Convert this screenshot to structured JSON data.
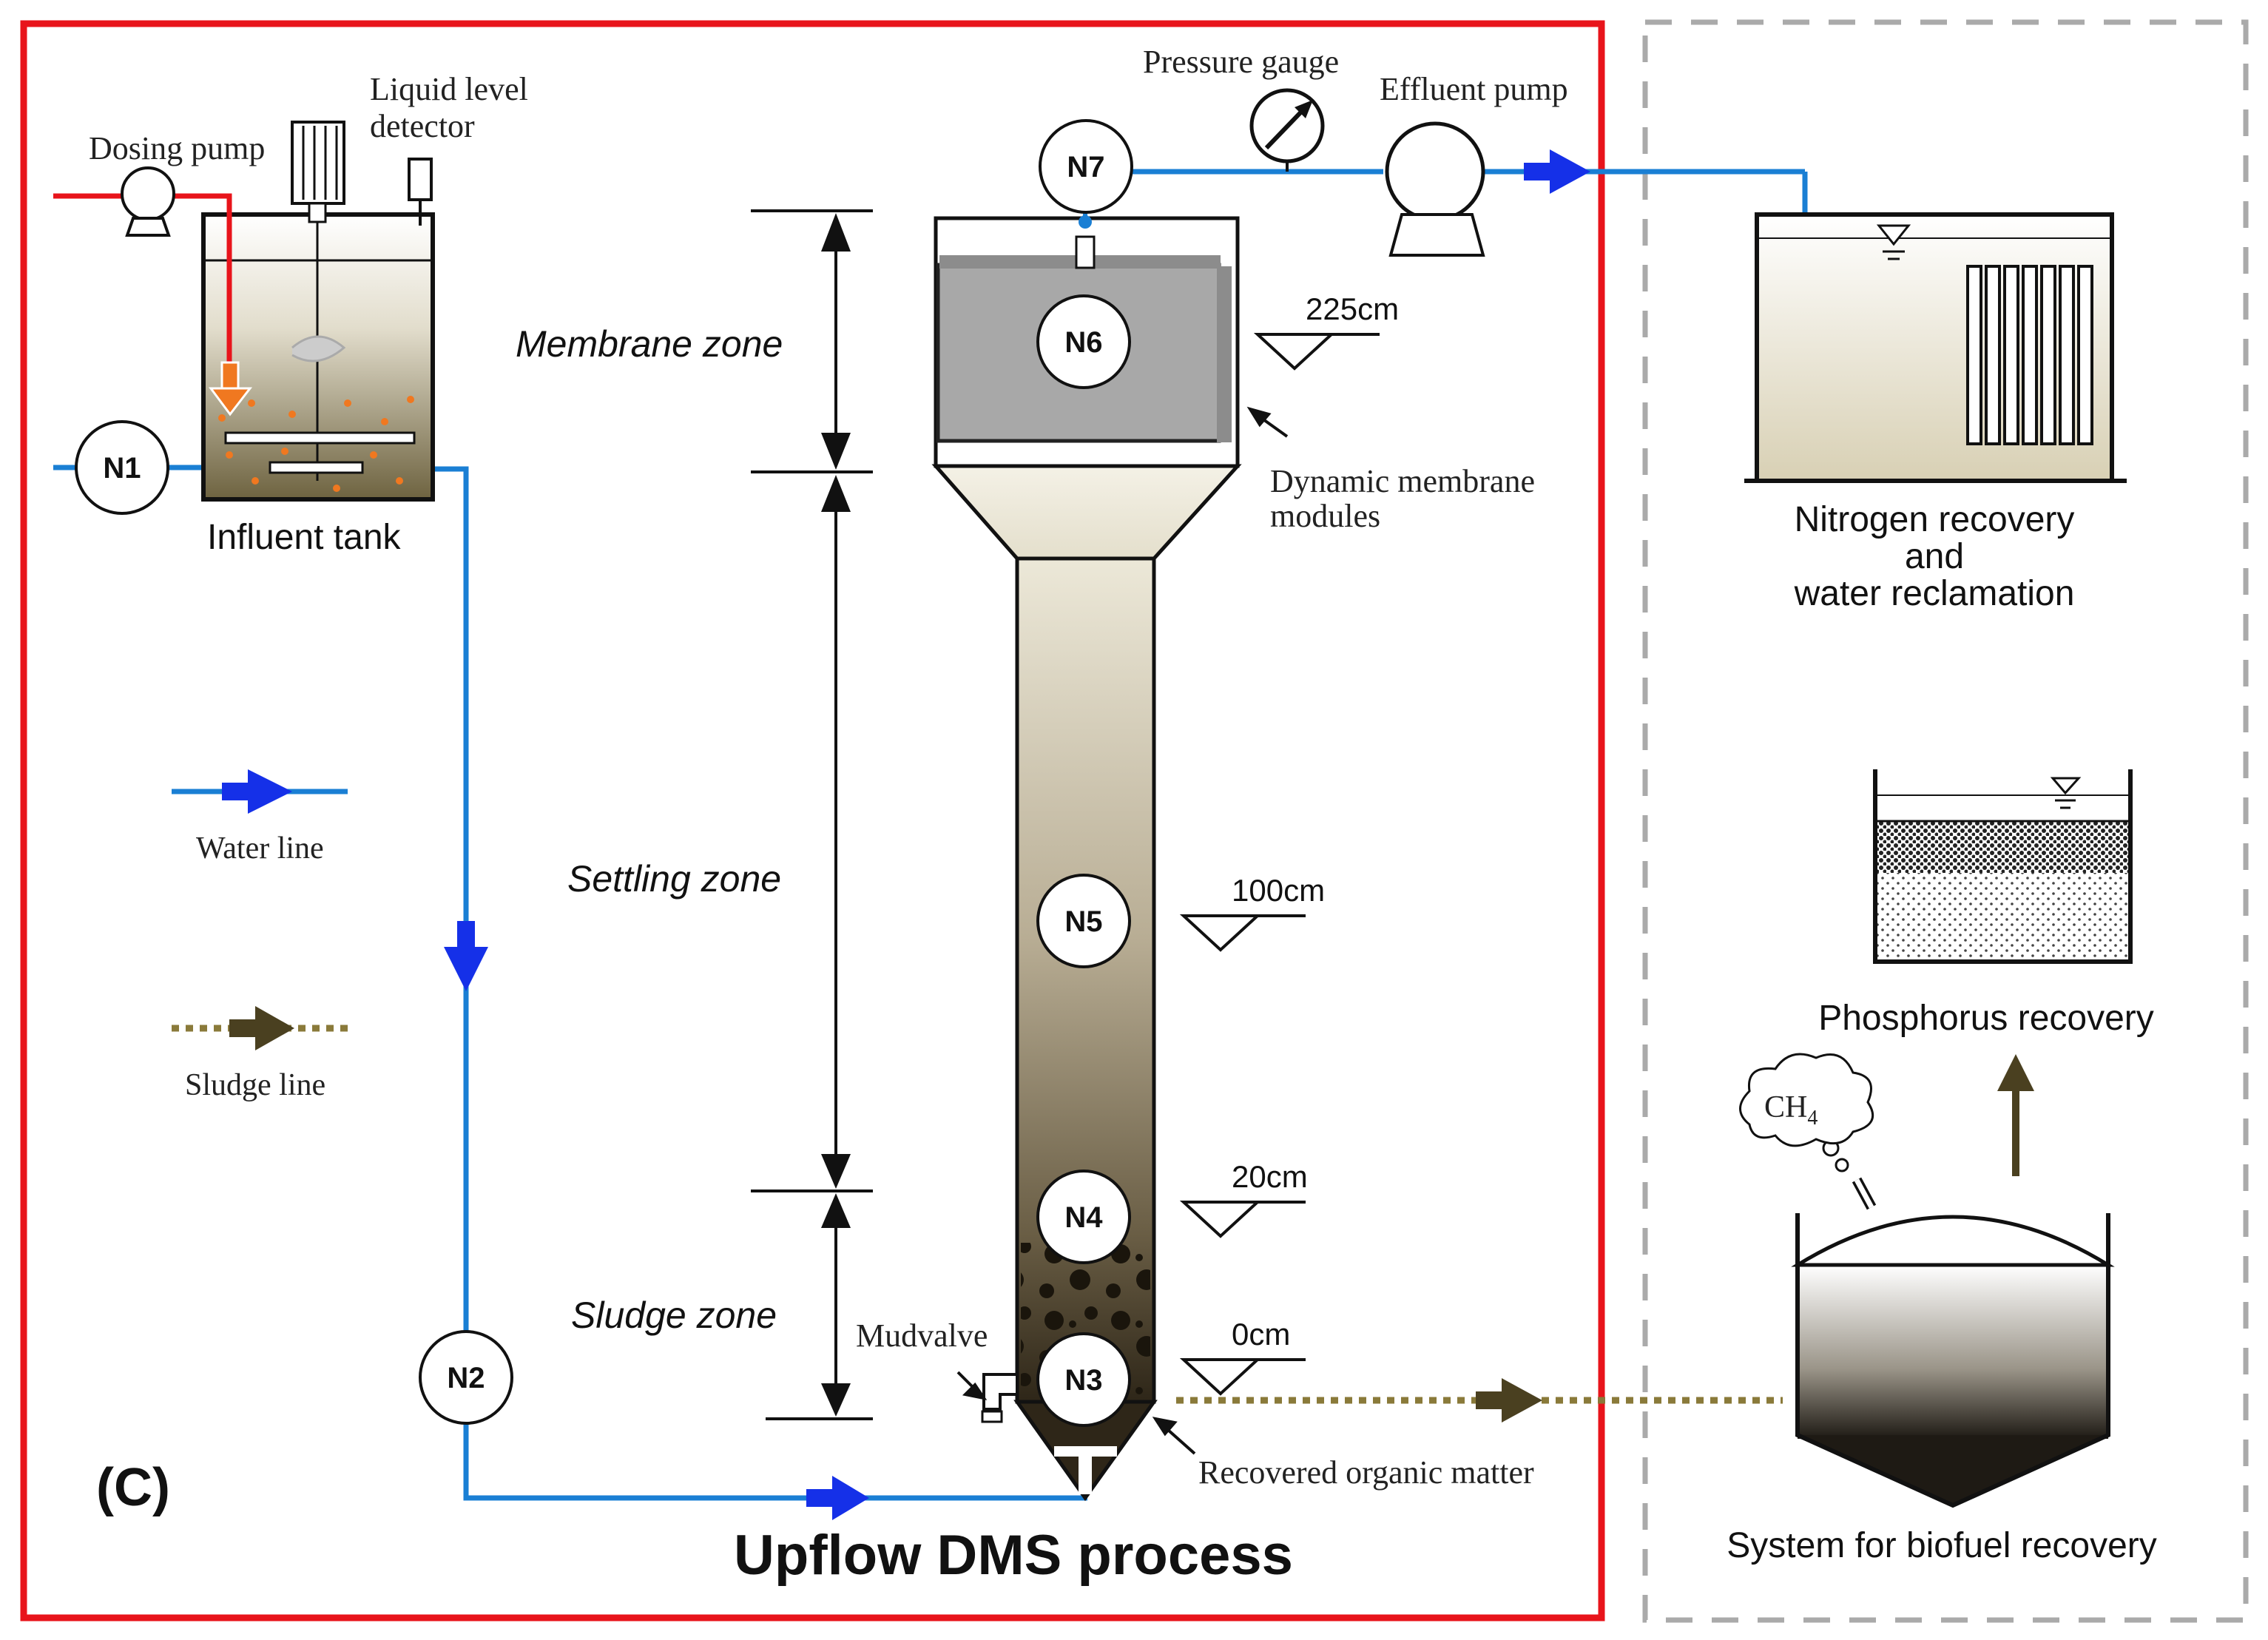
{
  "panel_label": "(C)",
  "process_title": "Upflow DMS process",
  "labels": {
    "dosing_pump": "Dosing pump",
    "liquid_level_detector_line1": "Liquid  level",
    "liquid_level_detector_line2": "detector",
    "influent_tank": "Influent tank",
    "pressure_gauge": "Pressure gauge",
    "effluent_pump": "Effluent pump",
    "dynamic_membrane_line1": "Dynamic membrane",
    "dynamic_membrane_line2": "modules",
    "mudvalve": "Mudvalve",
    "recovered_organic_matter": "Recovered organic matter",
    "nitrogen_line1": "Nitrogen recovery",
    "nitrogen_line2": "and",
    "nitrogen_line3": "water reclamation",
    "phosphorus": "Phosphorus recovery",
    "biofuel": "System for biofuel recovery",
    "ch4_main": "CH",
    "ch4_sub": "4"
  },
  "zones": {
    "membrane": "Membrane zone",
    "settling": "Settling zone",
    "sludge": "Sludge zone"
  },
  "levels": {
    "l225": "225cm",
    "l100": "100cm",
    "l20": "20cm",
    "l0": "0cm"
  },
  "nodes": {
    "n1": "N1",
    "n2": "N2",
    "n3": "N3",
    "n4": "N4",
    "n5": "N5",
    "n6": "N6",
    "n7": "N7"
  },
  "legend": {
    "water_line": "Water line",
    "sludge_line": "Sludge line"
  },
  "colors": {
    "frame_red": "#e8141b",
    "water_blue": "#1a7fd4",
    "arrow_blue": "#1530e8",
    "sludge_olive": "#8a7a3a",
    "sludge_arrow": "#4a4020",
    "dose_red": "#e8141b"
  }
}
